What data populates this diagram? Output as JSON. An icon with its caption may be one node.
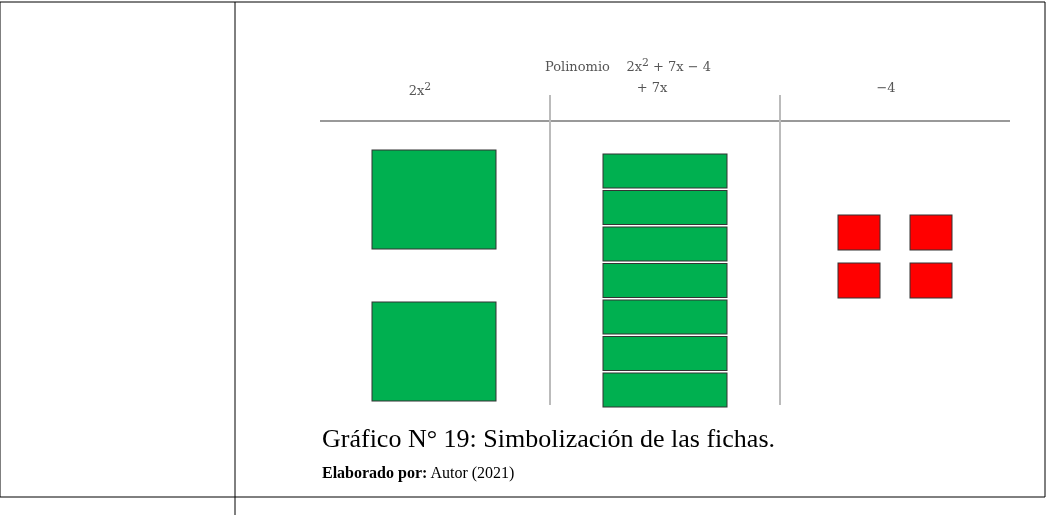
{
  "diagram": {
    "title": "Polinomio    2x$^{2}$ + 7x − 4",
    "caption": "Gráfico N° 19: Simbolización de las fichas.",
    "labels": [
      "2x$^{2}$",
      "+ 7x",
      "−4",
      "**Elaborado por:** Autor (2021)"
    ]
  }
}
